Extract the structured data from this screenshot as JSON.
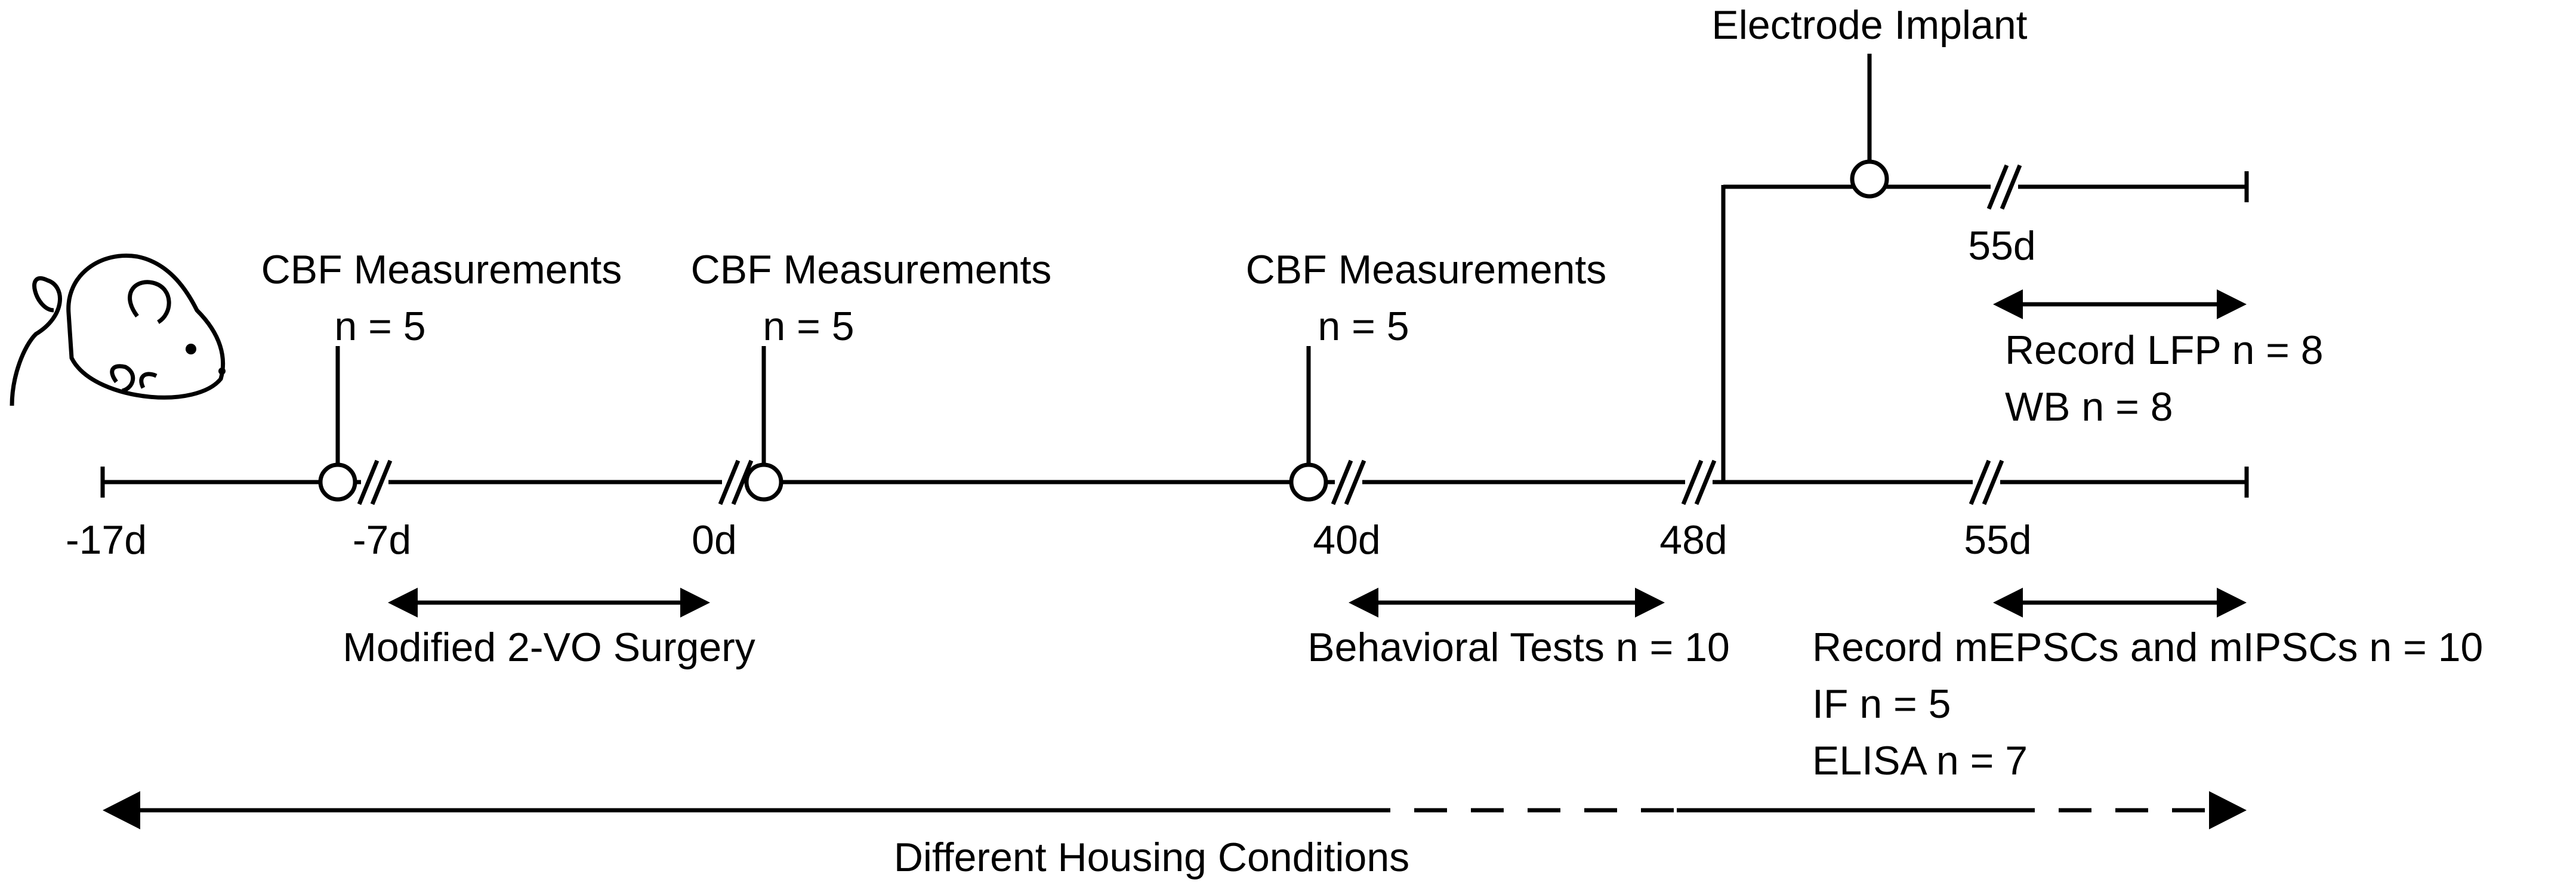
{
  "timeline": {
    "days": [
      "-17d",
      "-7d",
      "0d",
      "40d",
      "48d",
      "55d"
    ],
    "branch_day": "55d"
  },
  "events": {
    "cbf_1": {
      "title": "CBF Measurements",
      "n": "n = 5"
    },
    "cbf_2": {
      "title": "CBF Measurements",
      "n": "n = 5"
    },
    "cbf_3": {
      "title": "CBF Measurements",
      "n": "n = 5"
    },
    "electrode": {
      "title": "Electrode Implant"
    }
  },
  "periods": {
    "surgery": "Modified 2-VO Surgery",
    "behavior": "Behavioral Tests n = 10",
    "branch_record": [
      "Record LFP n = 8",
      "WB n = 8"
    ],
    "main_record": [
      "Record mEPSCs and mIPSCs n = 10",
      "IF n = 5",
      "ELISA n = 7"
    ],
    "housing": "Different Housing Conditions"
  },
  "icons": {
    "subject": "mouse-icon"
  },
  "colors": {
    "line": "#000000",
    "background": "#ffffff"
  }
}
